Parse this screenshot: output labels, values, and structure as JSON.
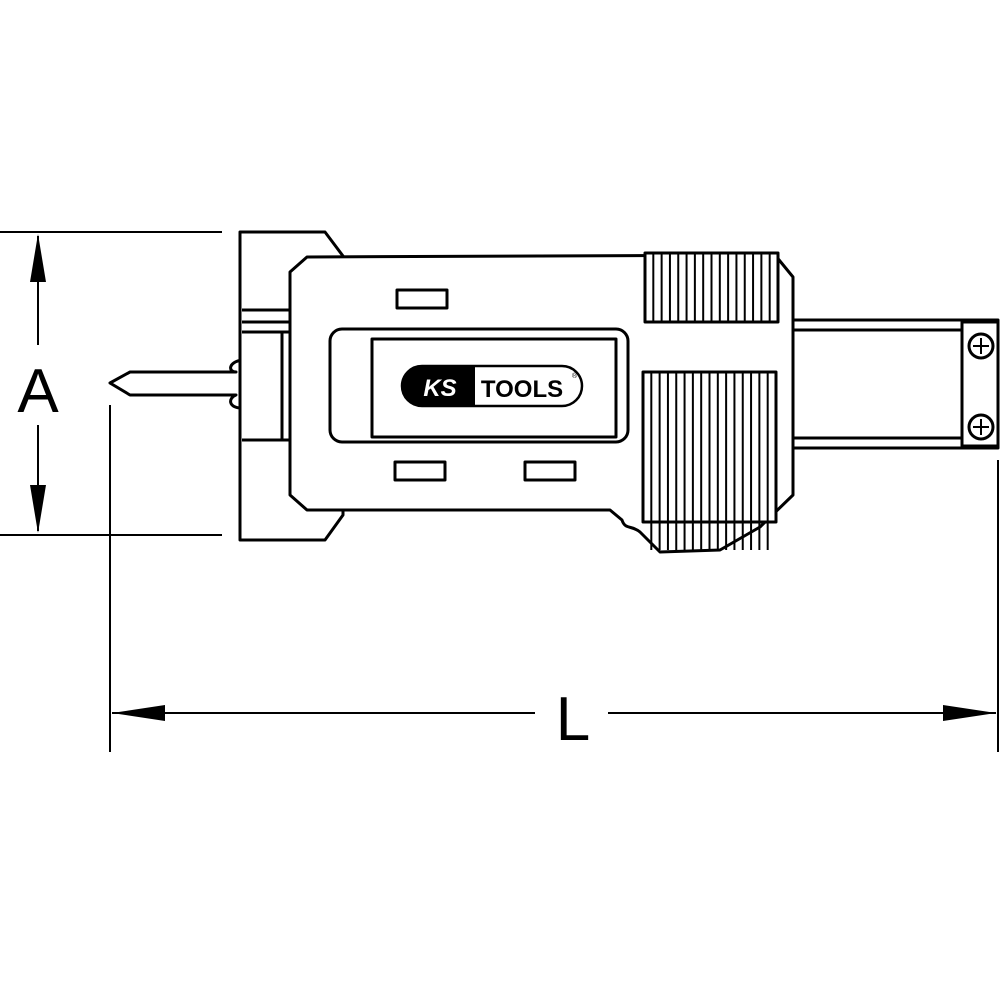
{
  "dimensions": {
    "height_label": "A",
    "length_label": "L"
  },
  "logo": {
    "brand_left": "KS",
    "brand_right": "TOOLS",
    "mark": "®"
  },
  "colors": {
    "line": "#000000",
    "background": "#ffffff"
  }
}
